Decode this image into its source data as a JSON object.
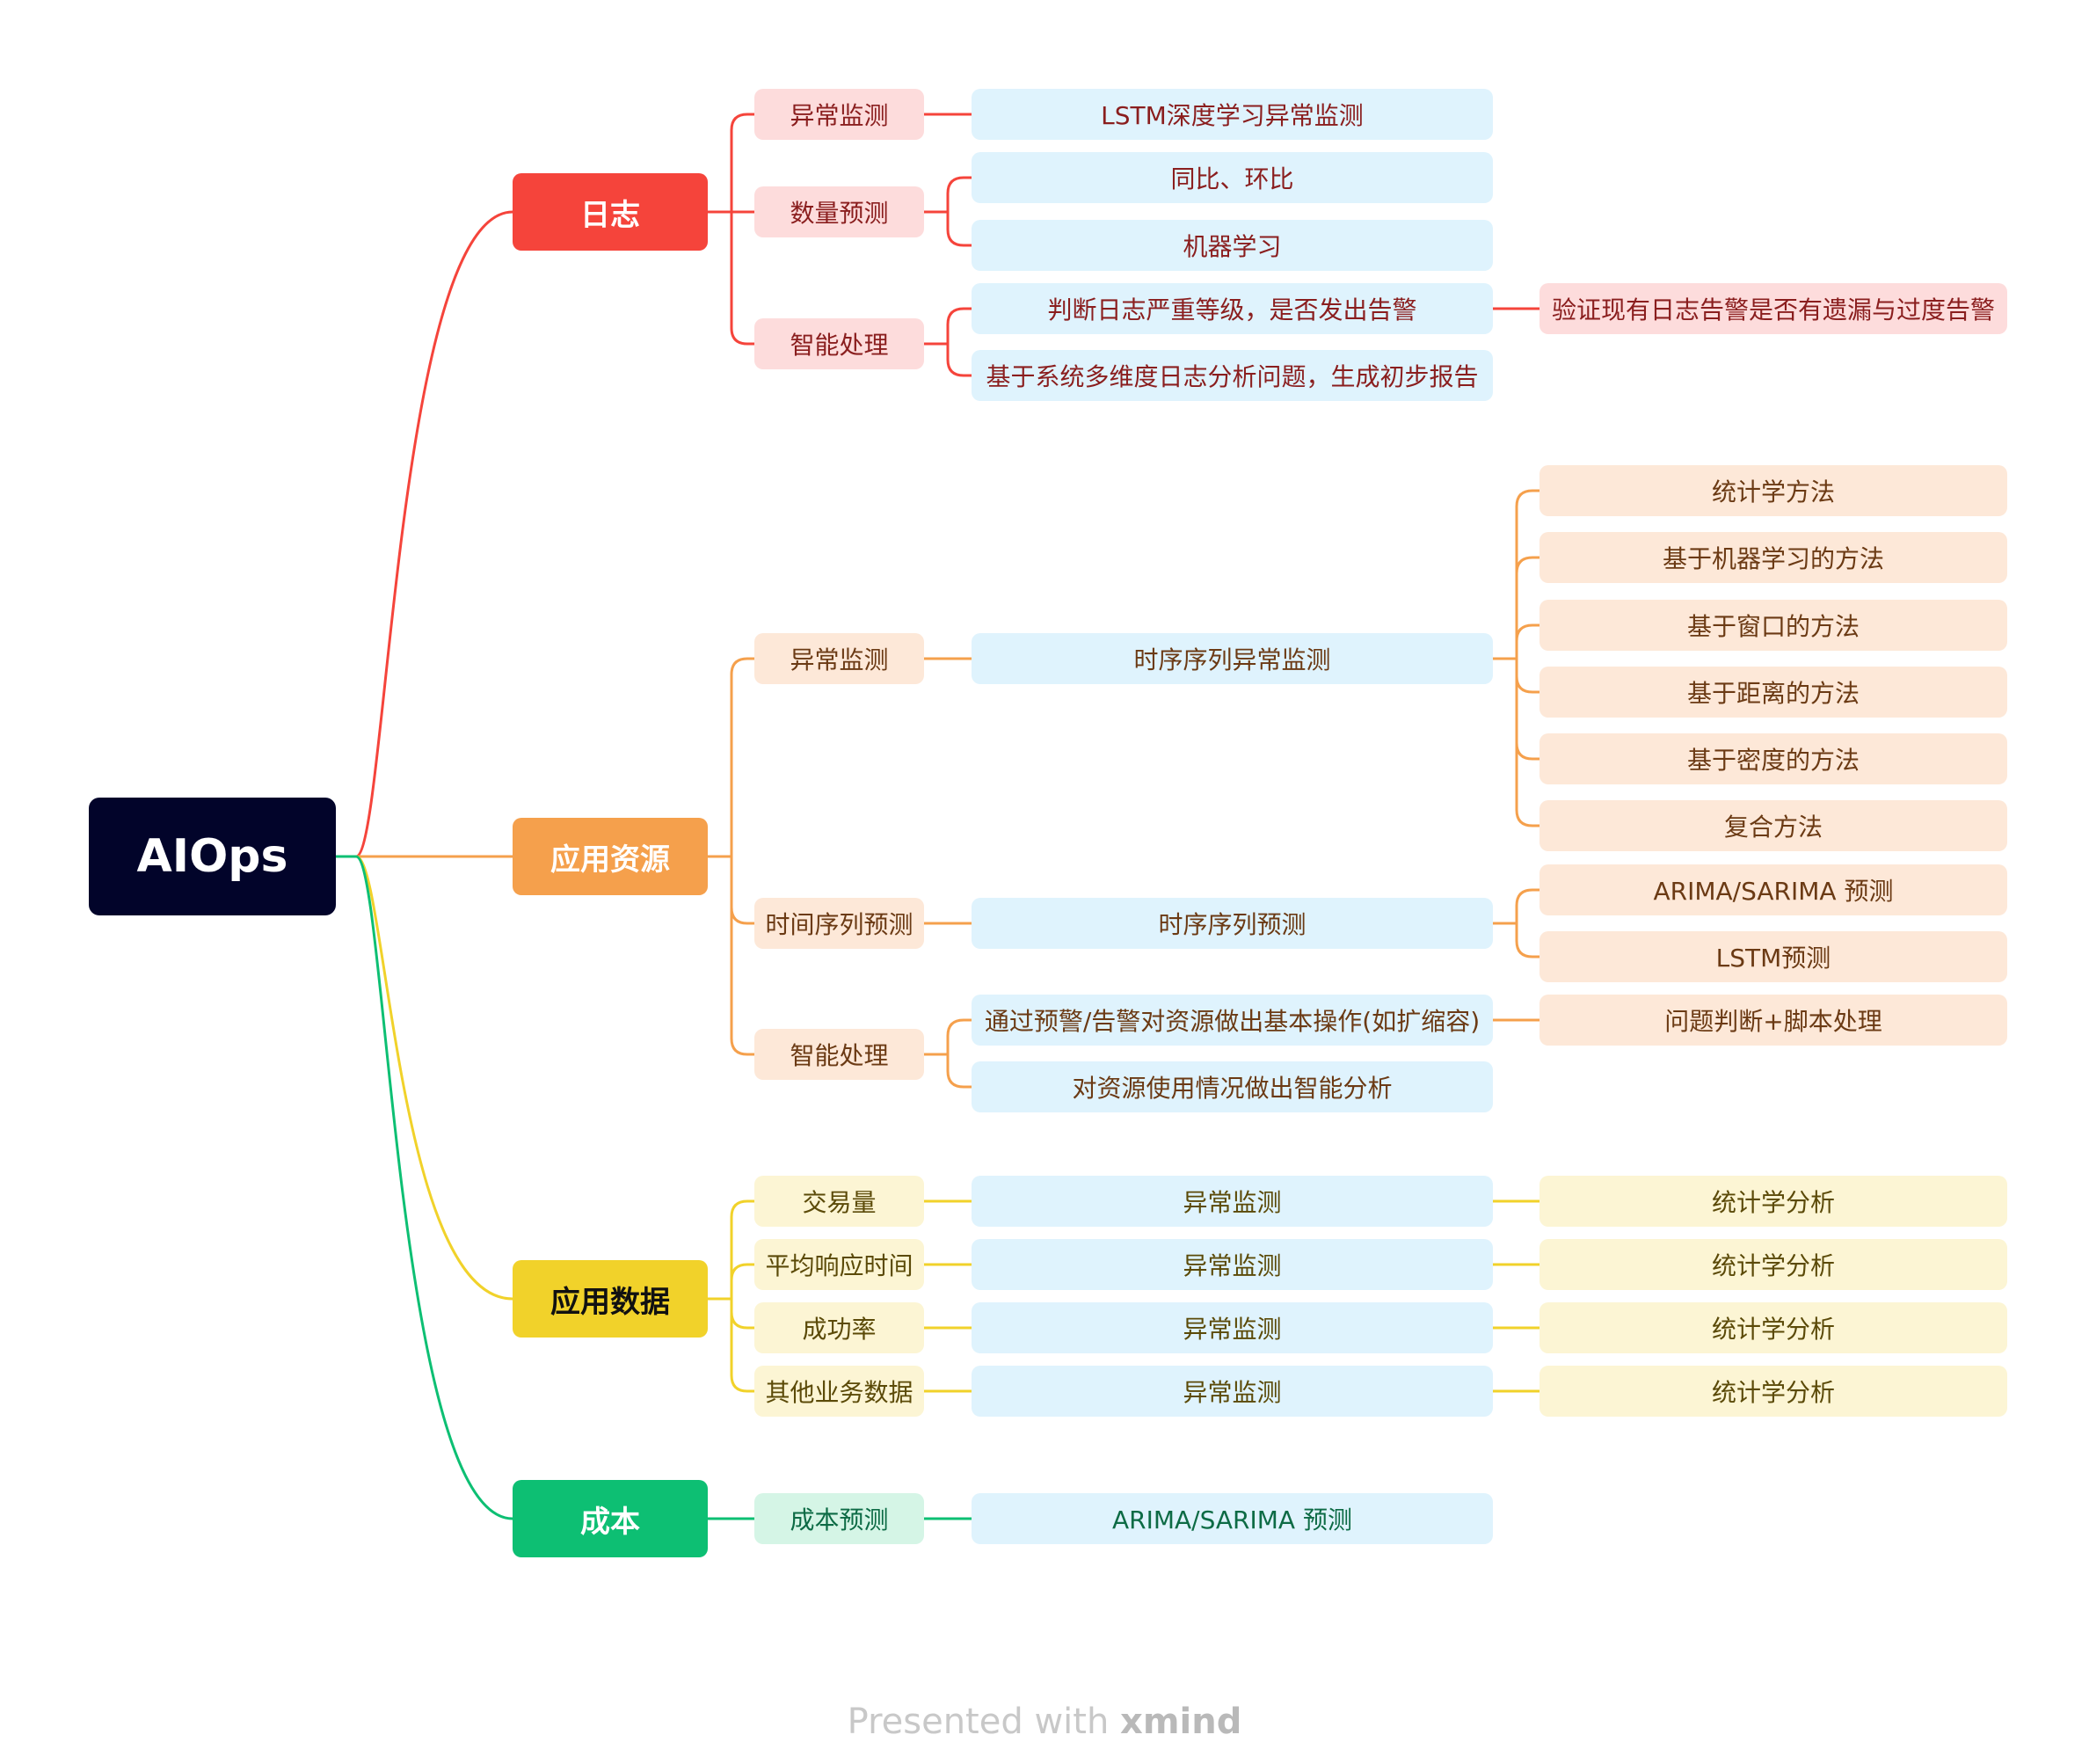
{
  "colors": {
    "root_bg": "#02042a",
    "logs": "#f5443b",
    "logs_light": "#fddcdc",
    "logs_text": "#8a1e1e",
    "resource": "#f5a04c",
    "resource_light": "#fde8d8",
    "resource_text": "#6b3a14",
    "data": "#f1d22a",
    "data_light": "#fcf5d4",
    "data_text": "#5b4a08",
    "cost": "#0dbf73",
    "cost_light": "#d5f5e6",
    "cost_text": "#0d6b45",
    "leaf_blue": "#dff3fd"
  },
  "root": {
    "label": "AIOps"
  },
  "branches": [
    {
      "label": "日志",
      "theme": "logs",
      "children": [
        {
          "label": "异常监测",
          "children": [
            {
              "label": "LSTM深度学习异常监测"
            }
          ]
        },
        {
          "label": "数量预测",
          "children": [
            {
              "label": "同比、环比"
            },
            {
              "label": "机器学习"
            }
          ]
        },
        {
          "label": "智能处理",
          "children": [
            {
              "label": "判断日志严重等级，是否发出告警",
              "children": [
                {
                  "label": "验证现有日志告警是否有遗漏与过度告警"
                }
              ]
            },
            {
              "label": "基于系统多维度日志分析问题，生成初步报告"
            }
          ]
        }
      ]
    },
    {
      "label": "应用资源",
      "theme": "resource",
      "children": [
        {
          "label": "异常监测",
          "children": [
            {
              "label": "时序序列异常监测",
              "children": [
                {
                  "label": "统计学方法"
                },
                {
                  "label": "基于机器学习的方法"
                },
                {
                  "label": "基于窗口的方法"
                },
                {
                  "label": "基于距离的方法"
                },
                {
                  "label": "基于密度的方法"
                },
                {
                  "label": "复合方法"
                }
              ]
            }
          ]
        },
        {
          "label": "时间序列预测",
          "children": [
            {
              "label": "时序序列预测",
              "children": [
                {
                  "label": "ARIMA/SARIMA 预测"
                },
                {
                  "label": "LSTM预测"
                }
              ]
            }
          ]
        },
        {
          "label": "智能处理",
          "children": [
            {
              "label": "通过预警/告警对资源做出基本操作(如扩缩容)",
              "children": [
                {
                  "label": "问题判断+脚本处理"
                }
              ]
            },
            {
              "label": "对资源使用情况做出智能分析"
            }
          ]
        }
      ]
    },
    {
      "label": "应用数据",
      "theme": "data",
      "children": [
        {
          "label": "交易量",
          "children": [
            {
              "label": "异常监测",
              "children": [
                {
                  "label": "统计学分析"
                }
              ]
            }
          ]
        },
        {
          "label": "平均响应时间",
          "children": [
            {
              "label": "异常监测",
              "children": [
                {
                  "label": "统计学分析"
                }
              ]
            }
          ]
        },
        {
          "label": "成功率",
          "children": [
            {
              "label": "异常监测",
              "children": [
                {
                  "label": "统计学分析"
                }
              ]
            }
          ]
        },
        {
          "label": "其他业务数据",
          "children": [
            {
              "label": "异常监测",
              "children": [
                {
                  "label": "统计学分析"
                }
              ]
            }
          ]
        }
      ]
    },
    {
      "label": "成本",
      "theme": "cost",
      "children": [
        {
          "label": "成本预测",
          "children": [
            {
              "label": "ARIMA/SARIMA 预测"
            }
          ]
        }
      ]
    }
  ],
  "footer": {
    "prefix": "Presented with ",
    "brand": "xmind"
  }
}
